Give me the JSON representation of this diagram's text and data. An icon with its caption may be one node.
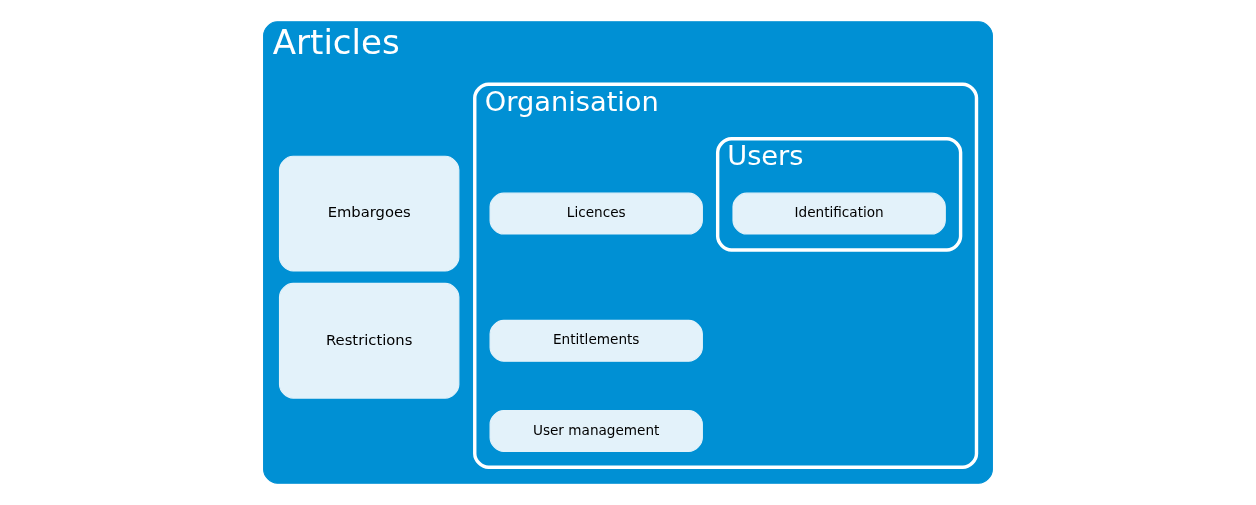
{
  "diagram": {
    "nodes": [
      {
        "text": [
          "Articles"
        ]
      },
      {
        "text": [
          "Embargoes"
        ],
        "in": 0
      },
      {
        "text": [
          "Restrictions"
        ],
        "in": 0
      },
      {
        "text": [
          "Organisation"
        ],
        "in": 0
      },
      {
        "text": [
          "Licences"
        ],
        "in": 3
      },
      {
        "text": [
          "Entitlements"
        ],
        "in": 3
      },
      {
        "text": [
          "User management"
        ],
        "in": 3
      },
      {
        "text": [
          "Users"
        ],
        "in": 3
      },
      {
        "text": [
          "Identification"
        ],
        "in": 7
      }
    ],
    "edges": []
  }
}
